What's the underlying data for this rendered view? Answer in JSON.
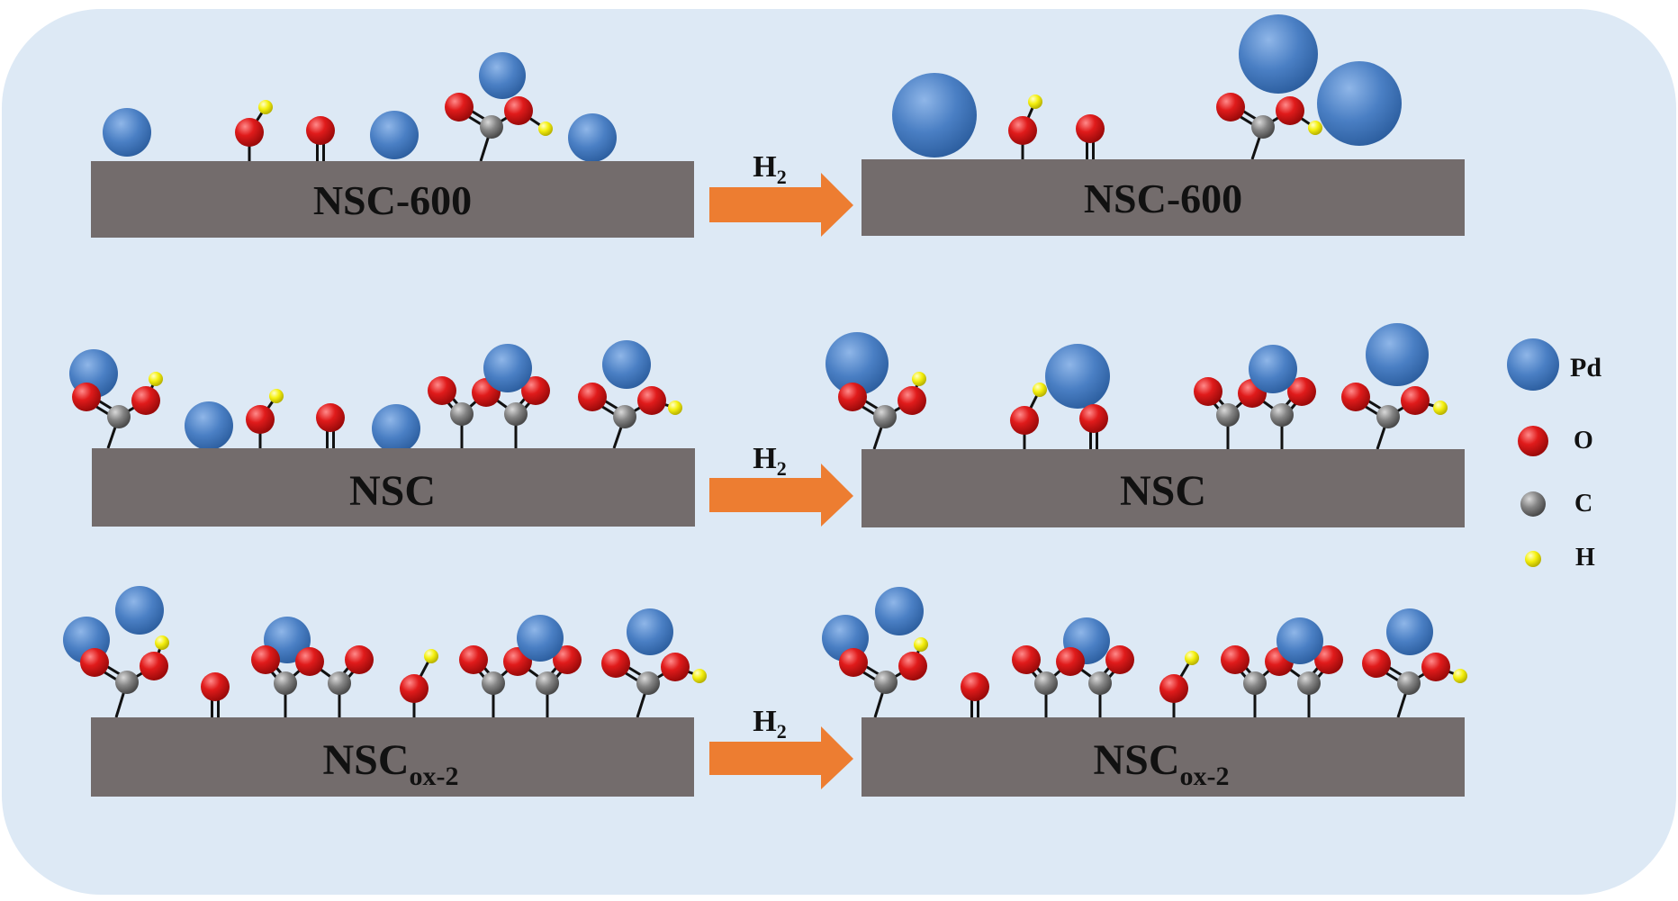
{
  "rows": [
    {
      "label_main": "NSC-600",
      "label_sub": "",
      "arrow_label": "H",
      "arrow_sub": "2"
    },
    {
      "label_main": "NSC",
      "label_sub": "",
      "arrow_label": "H",
      "arrow_sub": "2"
    },
    {
      "label_main": "NSC",
      "label_sub": "ox-2",
      "arrow_label": "H",
      "arrow_sub": "2"
    }
  ],
  "legend": [
    {
      "symbol": "Pd"
    },
    {
      "symbol": "O"
    },
    {
      "symbol": "C"
    },
    {
      "symbol": "H"
    }
  ],
  "colors": {
    "background": "#dde9f5",
    "support": "#736c6c",
    "arrow": "#ed7d31",
    "pd": "#4a7fc4",
    "oxygen": "#d61515",
    "carbon": "#7a7a7a",
    "hydrogen": "#f2ee10"
  }
}
